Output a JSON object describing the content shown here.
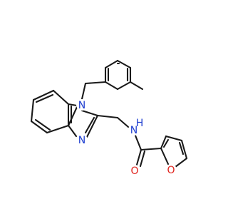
{
  "molecule": {
    "atom_labels": {
      "n1": "N",
      "n3": "N",
      "nh": "N",
      "h": "H",
      "o_carbonyl": "O",
      "o_furan": "O"
    },
    "colors": {
      "bond": "#1a1a1a",
      "nitrogen": "#1f3fd0",
      "oxygen": "#e0221c"
    }
  }
}
